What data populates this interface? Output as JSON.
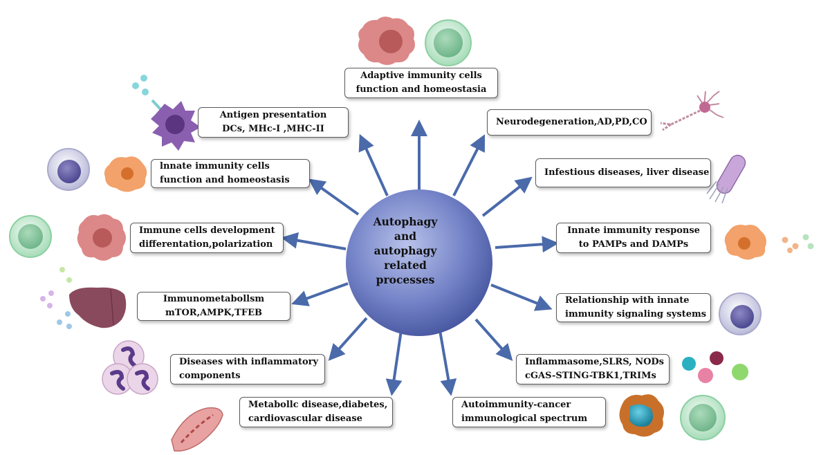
{
  "center": {
    "lines": [
      "Autophagy",
      "and",
      "autophagy",
      "related",
      "processes"
    ]
  },
  "boxes": {
    "adaptive": {
      "line1": "Adaptive immunity cells",
      "line2": "function and homeostasia"
    },
    "antigen": {
      "line1": "Antigen presentation",
      "line2": "DCs, MHc-I ,MHC-II"
    },
    "neuro": {
      "line1": "Neurodegeneration,AD,PD,CO"
    },
    "innate_cells": {
      "line1": "lnnate immunity cells",
      "line2": "function and homeostasis"
    },
    "infectious": {
      "line1": "Infestious diseases, liver disease"
    },
    "development": {
      "line1": "Immune cells development",
      "line2": "differentation,polarization"
    },
    "pamps": {
      "line1": "Innate immunity response",
      "line2": "to PAMPs and DAMPs"
    },
    "immunometabolism": {
      "line1": "Immunometabollsm",
      "line2": "mTOR,AMPK,TFEB"
    },
    "signaling": {
      "line1": "Relationship with innate",
      "line2": "immunity signaling systems"
    },
    "inflammatory": {
      "line1": "Diseases with inflammatory",
      "line2": "components"
    },
    "inflammasome": {
      "line1": "Inflammasome,SLRS, NODs",
      "line2": "cGAS-STING-TBK1,TRIMs"
    },
    "metabolic": {
      "line1": "Metabollc disease,diabetes,",
      "line2": "cardiovascular disease"
    },
    "autoimmunity": {
      "line1": "Autoimmunity-cancer",
      "line2": "immunological spectrum"
    }
  },
  "colors": {
    "arrow": "#4a6aaa",
    "hub_light": "#9aa8da",
    "hub_dark": "#3e4e98",
    "box_border": "#5a5a5a"
  },
  "icons": [
    "cancer-cell-icon",
    "lymphocyte-icon",
    "dendritic-cell-icon",
    "neuron-icon",
    "macrophage-icon",
    "bacteria-icon",
    "monocyte-icon",
    "liver-icon",
    "neutrophil-icon",
    "blood-vessel-icon",
    "molecule-balls-icon"
  ]
}
